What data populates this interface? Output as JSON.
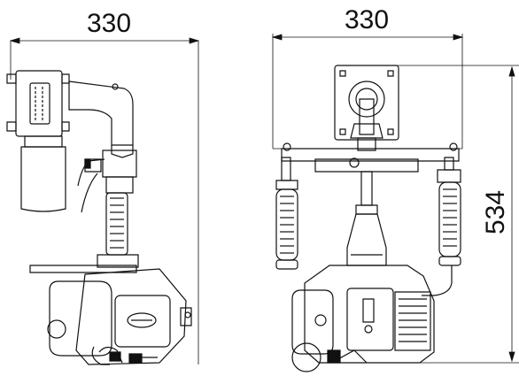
{
  "dimensions": {
    "side_width": "330",
    "front_width": "330",
    "height": "534"
  },
  "colors": {
    "line": "#111111",
    "background": "#ffffff"
  }
}
